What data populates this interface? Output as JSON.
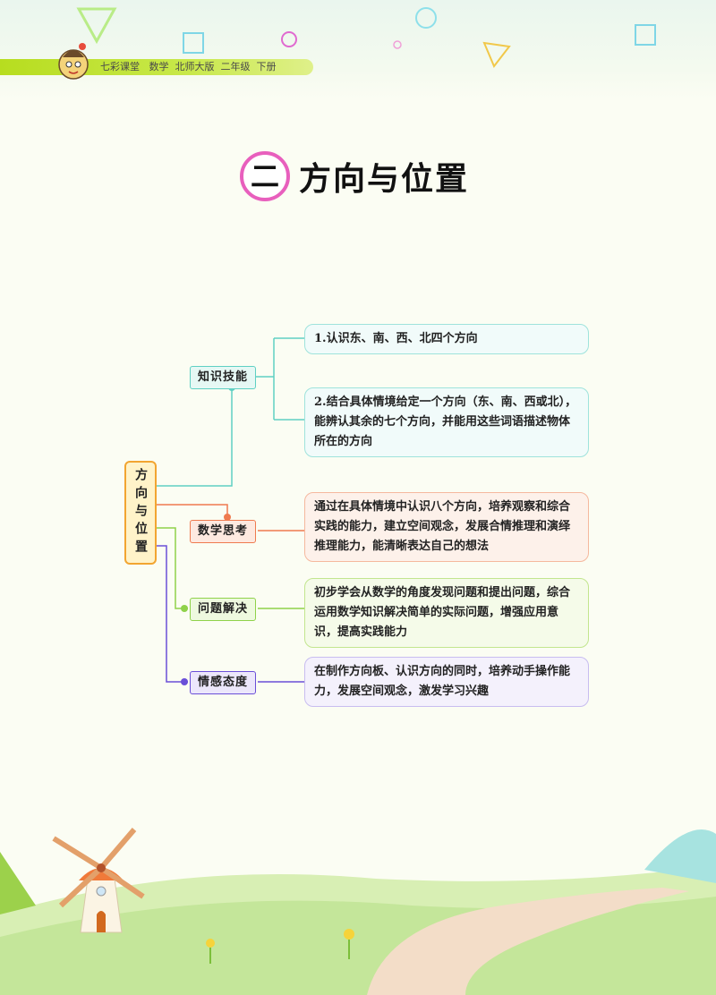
{
  "header": {
    "text": "七彩课堂   数学  北师大版  二年级  下册"
  },
  "chapter": {
    "number": "二",
    "title": "方向与位置"
  },
  "mindmap": {
    "root": "方向与位置",
    "branches": [
      {
        "label": "知识技能",
        "color": "#5fd0c3",
        "items": [
          "1.认识东、南、西、北四个方向",
          "2.结合具体情境给定一个方向（东、南、西或北），能辨认其余的七个方向，并能用这些词语描述物体所在的方向"
        ]
      },
      {
        "label": "数学思考",
        "color": "#ef7a4f",
        "items": [
          "通过在具体情境中认识八个方向，培养观察和综合实践的能力，建立空间观念，发展合情推理和演绎推理能力，能清晰表达自己的想法"
        ]
      },
      {
        "label": "问题解决",
        "color": "#8fd24a",
        "items": [
          "初步学会从数学的角度发现问题和提出问题，综合运用数学知识解决简单的实际问题，增强应用意识，提高实践能力"
        ]
      },
      {
        "label": "情感态度",
        "color": "#6a4fd8",
        "items": [
          "在制作方向板、认识方向的同时，培养动手操作能力，发展空间观念，激发学习兴趣"
        ]
      }
    ]
  }
}
